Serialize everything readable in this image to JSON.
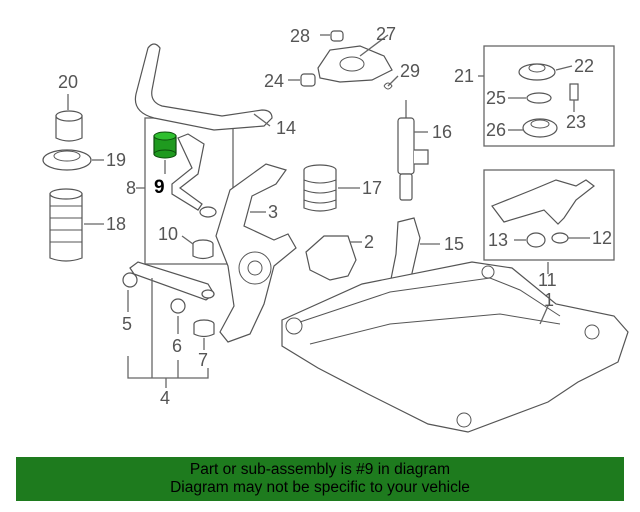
{
  "callouts": {
    "c1": "1",
    "c2": "2",
    "c3": "3",
    "c4": "4",
    "c5": "5",
    "c6": "6",
    "c7": "7",
    "c8": "8",
    "c9": "9",
    "c10": "10",
    "c11": "11",
    "c12": "12",
    "c13": "13",
    "c14": "14",
    "c15": "15",
    "c16": "16",
    "c17": "17",
    "c18": "18",
    "c19": "19",
    "c20": "20",
    "c21": "21",
    "c22": "22",
    "c23": "23",
    "c24": "24",
    "c25": "25",
    "c26": "26",
    "c27": "27",
    "c28": "28",
    "c29": "29"
  },
  "highlight_part": "9",
  "highlight_color": "#1f9a1f",
  "banner": {
    "line1": "Part or sub-assembly is #9 in diagram",
    "line2": "Diagram may not be specific to your vehicle",
    "background": "#1e7b1e"
  }
}
